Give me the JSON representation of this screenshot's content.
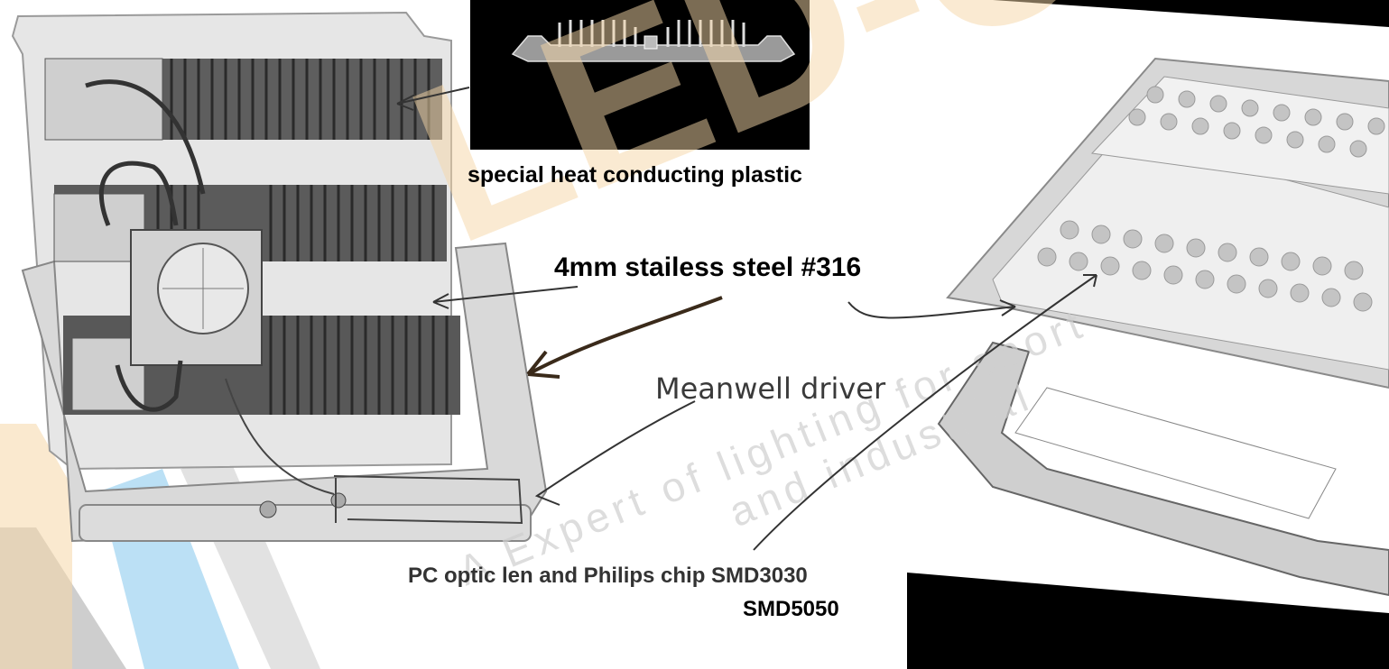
{
  "labels": {
    "plastic": "special heat conducting plastic",
    "steel": "4mm stailess steel #316",
    "driver": "Meanwell driver",
    "optic": "PC optic len and Philips chip SMD3030",
    "smd": "SMD5050"
  },
  "watermark": {
    "brand": "LED-CES",
    "tagline_1": "A Expert of lighting for sport",
    "tagline_2": "and industrial"
  },
  "colors": {
    "watermark_orange": "#f6d7a7",
    "watermark_blue": "#aad8f2",
    "watermark_gray": "#bdbdbd",
    "inset_bg": "#000000"
  }
}
